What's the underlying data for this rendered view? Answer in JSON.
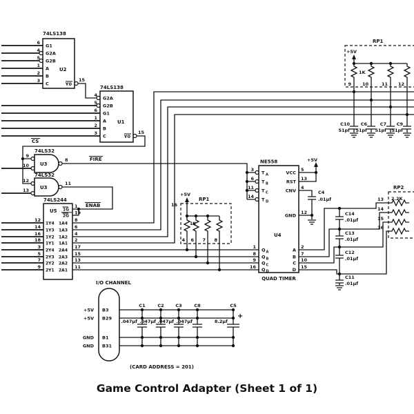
{
  "title": "Game Control Adapter (Sheet 1 of 1)",
  "plus5": "+5V",
  "nets": {
    "cs": "CS",
    "fire": "FIRE",
    "enab": "ENAB"
  },
  "u2": {
    "part": "74LS138",
    "ref": "U2",
    "out_label": "Y0",
    "out_pin": "15",
    "pins": [
      {
        "num": "6",
        "label": "G1"
      },
      {
        "num": "4",
        "label": "G2A"
      },
      {
        "num": "5",
        "label": "G2B"
      },
      {
        "num": "1",
        "label": "A"
      },
      {
        "num": "2",
        "label": "B"
      },
      {
        "num": "3",
        "label": "C"
      }
    ]
  },
  "u1": {
    "part": "74LS138",
    "ref": "U1",
    "out_label": "Y0",
    "out_pin": "15",
    "pins": [
      {
        "num": "4",
        "label": "G2A"
      },
      {
        "num": "5",
        "label": "G2B"
      },
      {
        "num": "6",
        "label": "G1"
      },
      {
        "num": "1",
        "label": "A"
      },
      {
        "num": "2",
        "label": "B"
      },
      {
        "num": "3",
        "label": "C"
      }
    ]
  },
  "u3a": {
    "part": "74LS32",
    "ref": "U3",
    "in1": "9",
    "in2": "10",
    "out": "8"
  },
  "u3b": {
    "part": "74LS32",
    "ref": "U3",
    "in1": "12",
    "in2": "13",
    "out": "11"
  },
  "u5": {
    "part": "74LS244",
    "ref": "U5",
    "g1_label": "1G",
    "g1_pin": "1",
    "g2_label": "2G",
    "g2_pin": "19",
    "rows": [
      {
        "lp": "12",
        "ly": "1Y4",
        "ra": "1A4",
        "rp": "8"
      },
      {
        "lp": "14",
        "ly": "1Y3",
        "ra": "1A3",
        "rp": "6"
      },
      {
        "lp": "16",
        "ly": "1Y2",
        "ra": "1A2",
        "rp": "4"
      },
      {
        "lp": "18",
        "ly": "1Y1",
        "ra": "1A1",
        "rp": "2"
      },
      {
        "lp": "3",
        "ly": "2Y4",
        "ra": "2A4",
        "rp": "17"
      },
      {
        "lp": "5",
        "ly": "2Y3",
        "ra": "2A3",
        "rp": "15"
      },
      {
        "lp": "7",
        "ly": "2Y2",
        "ra": "2A2",
        "rp": "13"
      },
      {
        "lp": "9",
        "ly": "2Y1",
        "ra": "2A1",
        "rp": "11"
      }
    ]
  },
  "u4": {
    "part": "NE558",
    "ref": "U4",
    "caption": "QUAD TIMER",
    "triggers": [
      {
        "num": "3",
        "base": "T",
        "sub": "A"
      },
      {
        "num": "6",
        "base": "T",
        "sub": "B"
      },
      {
        "num": "11",
        "base": "T",
        "sub": "C"
      },
      {
        "num": "14",
        "base": "T",
        "sub": "D"
      }
    ],
    "right": [
      {
        "num": "5",
        "label": "VCC"
      },
      {
        "num": "13",
        "label": "RST"
      },
      {
        "num": "4",
        "label": "CNV"
      },
      {
        "num": "12",
        "label": "GND"
      }
    ],
    "outs": [
      {
        "num": "1",
        "base": "Q",
        "sub": "A"
      },
      {
        "num": "8",
        "base": "Q",
        "sub": "B"
      },
      {
        "num": "9",
        "base": "Q",
        "sub": "C"
      },
      {
        "num": "16",
        "base": "Q",
        "sub": "D"
      }
    ],
    "timing": [
      {
        "num": "2",
        "label": "A"
      },
      {
        "num": "7",
        "label": "B"
      },
      {
        "num": "10",
        "label": "C"
      },
      {
        "num": "15",
        "label": "D"
      }
    ]
  },
  "c4": {
    "ref": "C4",
    "value": ".01μf"
  },
  "rp1_top": {
    "ref": "RP1",
    "value": "1K",
    "pins": [
      "9",
      "10",
      "11",
      "12"
    ]
  },
  "rp1_mid": {
    "ref": "RP1",
    "value": "1K",
    "common_pin": "16",
    "pins": [
      "4",
      "6",
      "7",
      "8"
    ]
  },
  "rp2": {
    "ref": "RP2",
    "value": "2.2K",
    "pins": [
      "13",
      "14",
      "15",
      "16"
    ]
  },
  "caps_top": [
    {
      "ref": "C10",
      "value": "51pf"
    },
    {
      "ref": "C6",
      "value": "51pf"
    },
    {
      "ref": "C7",
      "value": "51pf"
    },
    {
      "ref": "C9",
      "value": "51pf"
    }
  ],
  "caps_right": [
    {
      "ref": "C14",
      "value": ".01μf"
    },
    {
      "ref": "C13",
      "value": ".01μf"
    },
    {
      "ref": "C12",
      "value": ".01μf"
    },
    {
      "ref": "C11",
      "value": ".01μf"
    }
  ],
  "io": {
    "label": "I/O CHANNEL",
    "address": "(CARD ADDRESS = 201)",
    "plus": "+",
    "rows": [
      {
        "name": "+5V",
        "pin": "B3"
      },
      {
        "name": "+5V",
        "pin": "B29"
      },
      {
        "name": "GND",
        "pin": "B1"
      },
      {
        "name": "GND",
        "pin": "B31"
      }
    ],
    "caps": [
      {
        "ref": "C1",
        "value": ".047μf"
      },
      {
        "ref": "C2",
        "value": ".047μf"
      },
      {
        "ref": "C3",
        "value": ".047μf"
      },
      {
        "ref": "C8",
        "value": ".047μf"
      }
    ],
    "c5": {
      "ref": "C5",
      "value": "8.2μf"
    }
  }
}
